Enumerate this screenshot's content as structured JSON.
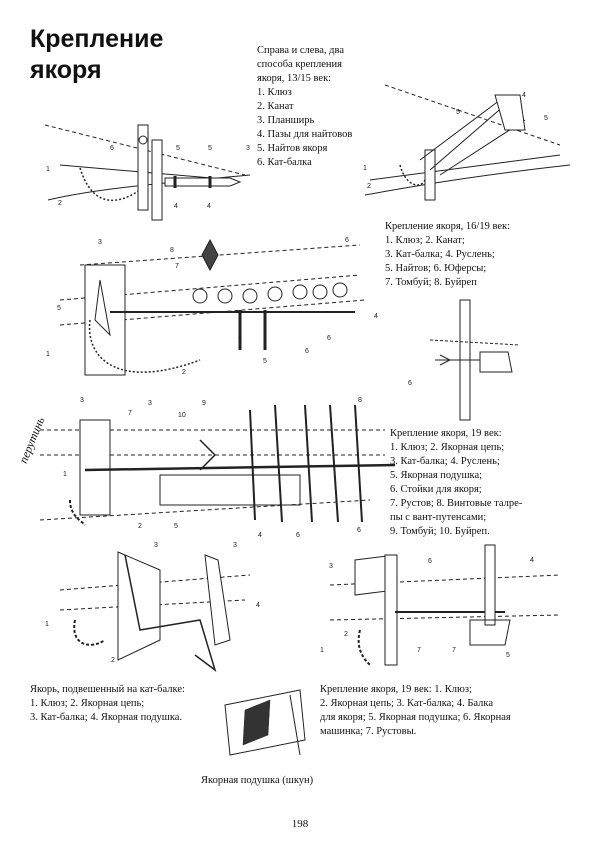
{
  "page": {
    "title_line1": "Крепление",
    "title_line2": "якоря",
    "page_number": "198"
  },
  "caption_top": {
    "lines": [
      "Справа и слева, два",
      "способа крепления",
      "якоря, 13/15 век:"
    ],
    "items": [
      "1. Клюз",
      "2. Канат",
      "3. Планширь",
      "4. Пазы для найтовов",
      "5. Найтов якоря",
      "6. Кат-балка"
    ]
  },
  "caption_16_19": {
    "lines": [
      "Крепление якоря, 16/19 век:",
      "1. Клюз; 2. Канат;",
      "3. Кат-балка; 4. Руслень;",
      "5. Найтов; 6. Юферсы;",
      "7. Томбуй; 8. Буйреп"
    ]
  },
  "caption_19a": {
    "lines": [
      "Крепление якоря, 19 век:",
      "1. Клюз; 2. Якорная цепь;",
      "3. Кат-балка; 4. Руслень;",
      "5. Якорная подушка;",
      "6. Стойки для якоря;",
      "7. Рустов; 8. Винтовые талре-",
      "пы с вант-путенсами;",
      "9. Томбуй; 10. Буйреп."
    ]
  },
  "caption_catbeam": {
    "lines": [
      "Якорь, подвешенный на кат-балке:",
      "1. Клюз; 2. Якорная цепь;",
      "3. Кат-балка; 4. Якорная подушка."
    ]
  },
  "caption_19b": {
    "lines": [
      "Крепление якоря, 19 век: 1. Клюз;",
      "2. Якорная цепь; 3. Кат-балка; 4. Балка",
      "для якоря; 5. Якорная подушка; 6. Якорная",
      "машинка; 7. Рустовы."
    ]
  },
  "caption_bolster": {
    "text": "Якорная подушка (шкун)"
  },
  "side_label": {
    "text": "перутинь"
  },
  "fig_labels": {
    "f1": [
      "1",
      "2",
      "6",
      "5",
      "5",
      "3",
      "4",
      "4"
    ],
    "f2": [
      "4",
      "5",
      "5",
      "1",
      "2"
    ],
    "f3": [
      "3",
      "8",
      "7",
      "6",
      "5",
      "1",
      "2",
      "5",
      "6",
      "6",
      "6",
      "4"
    ],
    "f4": [
      "6"
    ],
    "f5": [
      "3",
      "7",
      "3",
      "10",
      "9",
      "8",
      "1",
      "2",
      "5",
      "4",
      "6",
      "6"
    ],
    "f6": [
      "3",
      "3",
      "1",
      "2",
      "4"
    ],
    "f7": [
      "3",
      "6",
      "4",
      "1",
      "2",
      "7",
      "7",
      "5"
    ]
  }
}
